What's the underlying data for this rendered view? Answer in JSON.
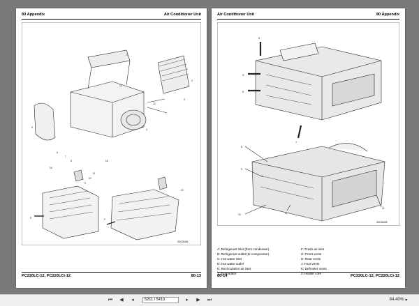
{
  "left_page": {
    "header_left": "80 Appendix",
    "header_right": "Air Conditioner Unit",
    "footer_left": "PC220LC-12, PC220LCi-12",
    "footer_right": "80-13",
    "figure_code": "G0C05404",
    "callouts": [
      "1",
      "2",
      "3",
      "4",
      "5",
      "6",
      "7",
      "8",
      "9",
      "10",
      "11",
      "12",
      "13",
      "14",
      "15",
      "16"
    ],
    "arrow_labels": [
      "E",
      "F"
    ]
  },
  "right_page": {
    "header_left": "Air Conditioner Unit",
    "header_right": "80 Appendix",
    "footer_left": "80-14",
    "footer_right": "PC220LC-12, PC220LCi-12",
    "figure_code": "G0C05405",
    "arrow_labels": [
      "H",
      "G",
      "K",
      "J"
    ],
    "callouts": [
      "8",
      "9",
      "10",
      "11",
      "12"
    ],
    "legend_left": [
      "A: Refrigerant inlet (from condenser)",
      "B: Refrigerant outlet (to compressor)",
      "C: Hot water inlet",
      "D: Hot water outlet",
      "E: Recirculation air inlet",
      "1: Evaporator"
    ],
    "legend_right": [
      "F: Fresh air inlet",
      "G: Front vents",
      "H: Rear vents",
      "J: Foot vents",
      "K: Defroster vents",
      "2: Heater core"
    ]
  },
  "toolbar": {
    "current_page": "5211 / 5410",
    "zoom": "84.40%",
    "icons": [
      "first-page-icon",
      "prev-page-icon",
      "next-page-icon",
      "last-page-icon",
      "page-back-icon",
      "page-forward-icon",
      "zoom-dropdown-icon"
    ]
  }
}
